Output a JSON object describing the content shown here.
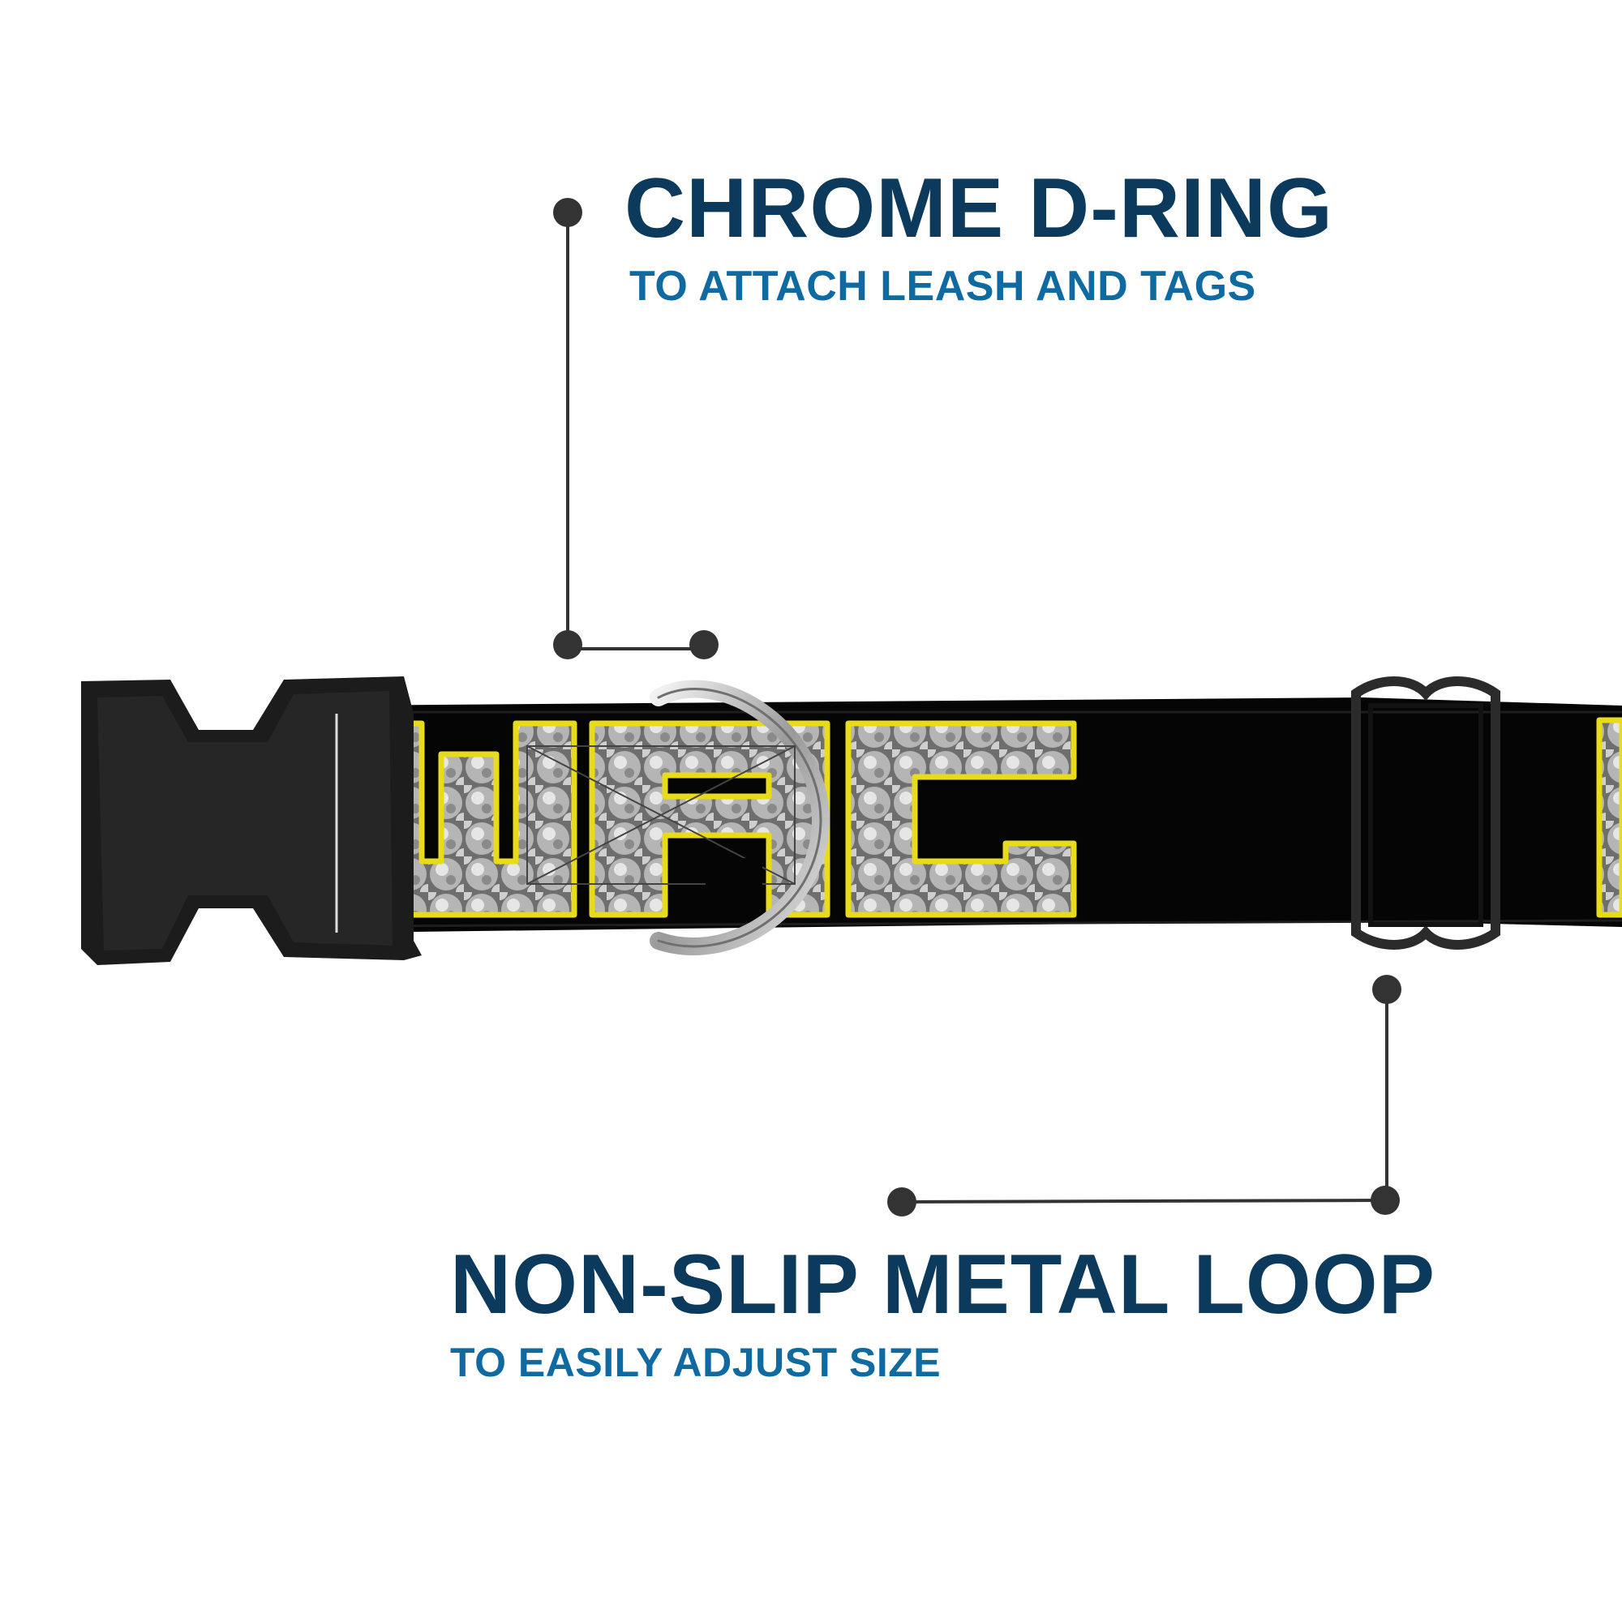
{
  "callouts": {
    "dring": {
      "title": "CHROME D-RING",
      "subtitle": "TO ATTACH LEASH AND TAGS"
    },
    "loop": {
      "title": "NON-SLIP METAL LOOP",
      "subtitle": "TO EASILY ADJUST SIZE"
    }
  },
  "colors": {
    "title": "#0b3a5c",
    "subtitle": "#0f6aa1",
    "leader_line": "#333333",
    "collar": "#050505",
    "buckle": "#1c1c1c",
    "pattern_outline": "#e8dc1a",
    "pattern_fill": "#9a9a9a",
    "ring": "#b8b8b8"
  },
  "icons": [
    "buckle-icon",
    "d-ring-icon",
    "slider-loop-icon"
  ]
}
